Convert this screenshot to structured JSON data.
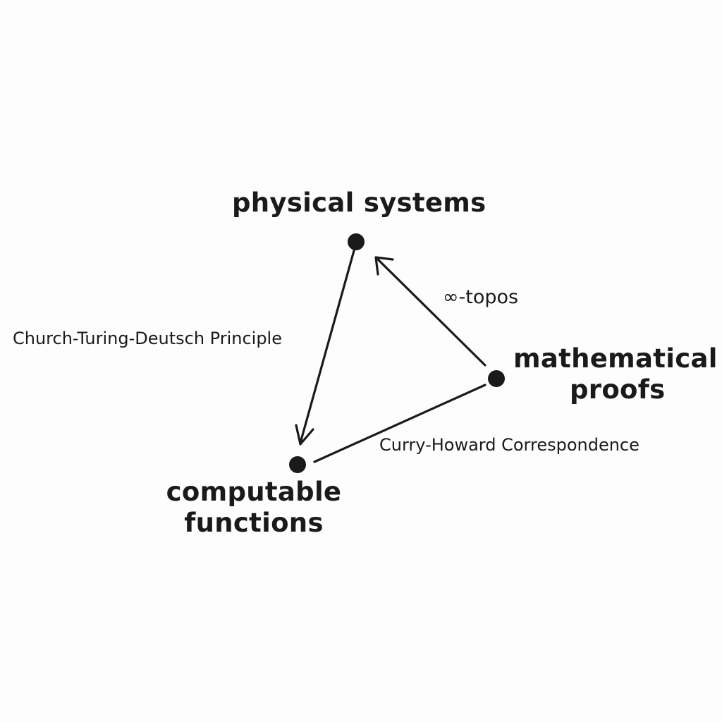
{
  "nodes": {
    "physical": {
      "label": "physical systems"
    },
    "proofs": {
      "line1": "mathematical",
      "line2": "proofs"
    },
    "computable": {
      "line1": "computable",
      "line2": "functions"
    }
  },
  "edges": {
    "ctd": {
      "label": "Church-Turing-Deutsch Principle"
    },
    "topos": {
      "label": "∞-topos"
    },
    "curry": {
      "label": "Curry-Howard Correspondence"
    }
  },
  "colors": {
    "ink": "#1a1a1a",
    "background": "#fdfdfd"
  }
}
